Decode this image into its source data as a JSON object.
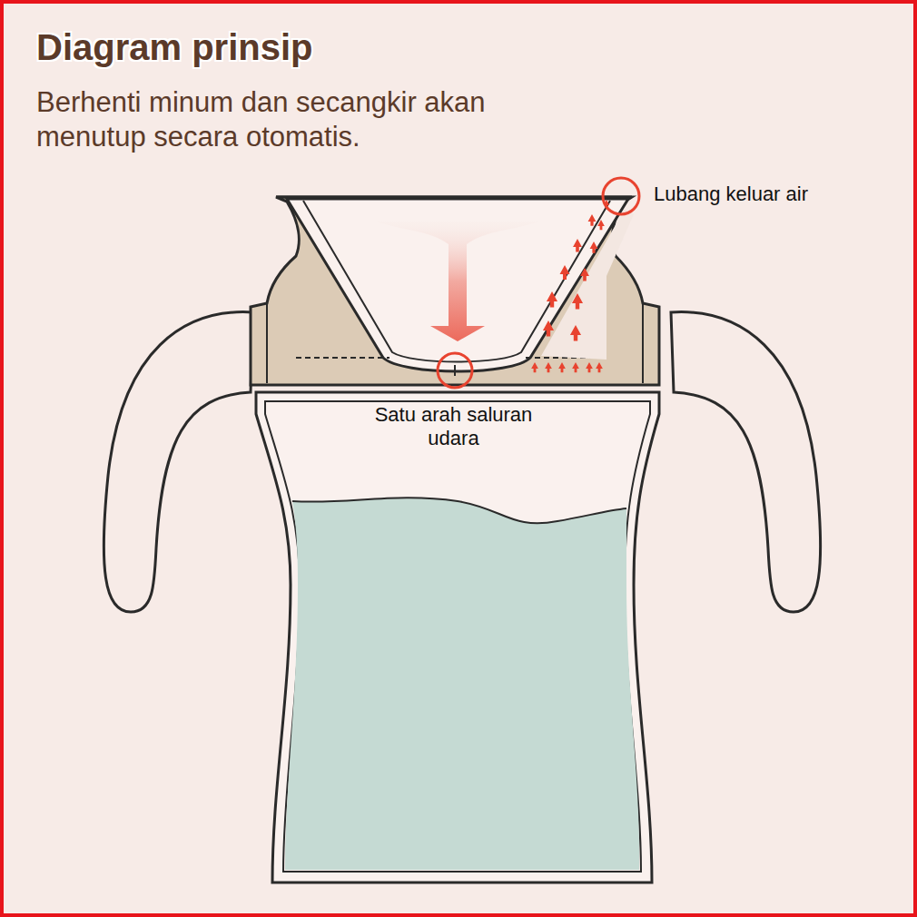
{
  "diagram": {
    "title": "Diagram prinsip",
    "labels": [
      "Berhenti minum dan secangkir akan menutup secara otomatis.",
      "Lubang keluar air",
      "Satu arah saluran udara"
    ]
  }
}
